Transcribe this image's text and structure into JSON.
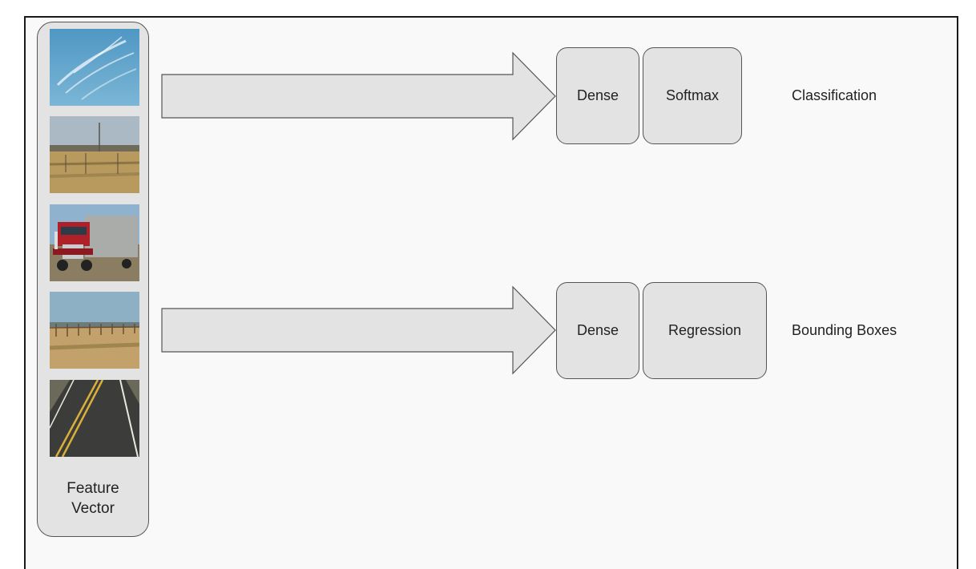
{
  "feature_vector": {
    "label_line1": "Feature",
    "label_line2": "Vector",
    "images": [
      "sky-with-clouds",
      "dry-field",
      "red-semi-truck",
      "fenced-prairie",
      "asphalt-road"
    ]
  },
  "classification_branch": {
    "layer1": "Dense",
    "layer2": "Softmax",
    "output": "Classification"
  },
  "regression_branch": {
    "layer1": "Dense",
    "layer2": "Regression",
    "output": "Bounding Boxes"
  },
  "colors": {
    "background": "#f9f9f9",
    "shape_fill": "#e3e3e3",
    "shape_stroke": "#555555",
    "text": "#222222"
  }
}
